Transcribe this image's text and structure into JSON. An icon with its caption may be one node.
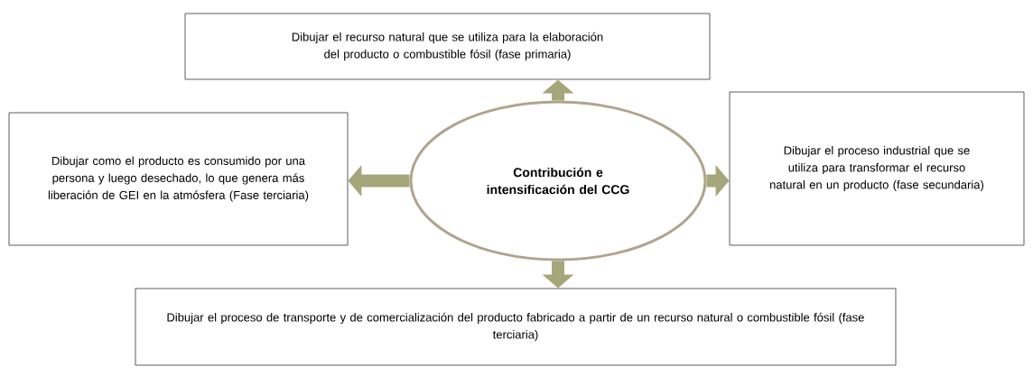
{
  "diagram": {
    "nodes": [
      {
        "text": [
          "Dibujar el recurso natural que se utiliza para la elaboración del producto o combustible fósil (fase primaria)"
        ]
      },
      {
        "text": [
          "Dibujar como el producto es consumido por una persona y luego desechado, lo que genera más liberación de GEI en la atmósfera (Fase terciaria)"
        ]
      },
      {
        "text": [
          "Contribución e intensificación del CCG"
        ]
      },
      {
        "text": [
          "Dibujar el proceso industrial que se utiliza para transformar el recurso natural en un producto (fase secundaria)"
        ]
      },
      {
        "text": [
          "Dibujar el proceso  de transporte y de comercialización del producto fabricado a partir de un recurso natural o combustible fósil (fase terciaria)"
        ]
      }
    ],
    "edges": [
      {
        "from": 2,
        "to": 0,
        "arrow": "to"
      },
      {
        "from": 2,
        "to": 1,
        "arrow": "to"
      },
      {
        "from": 2,
        "to": 3,
        "arrow": "to"
      },
      {
        "from": 2,
        "to": 4,
        "arrow": "to"
      }
    ]
  }
}
